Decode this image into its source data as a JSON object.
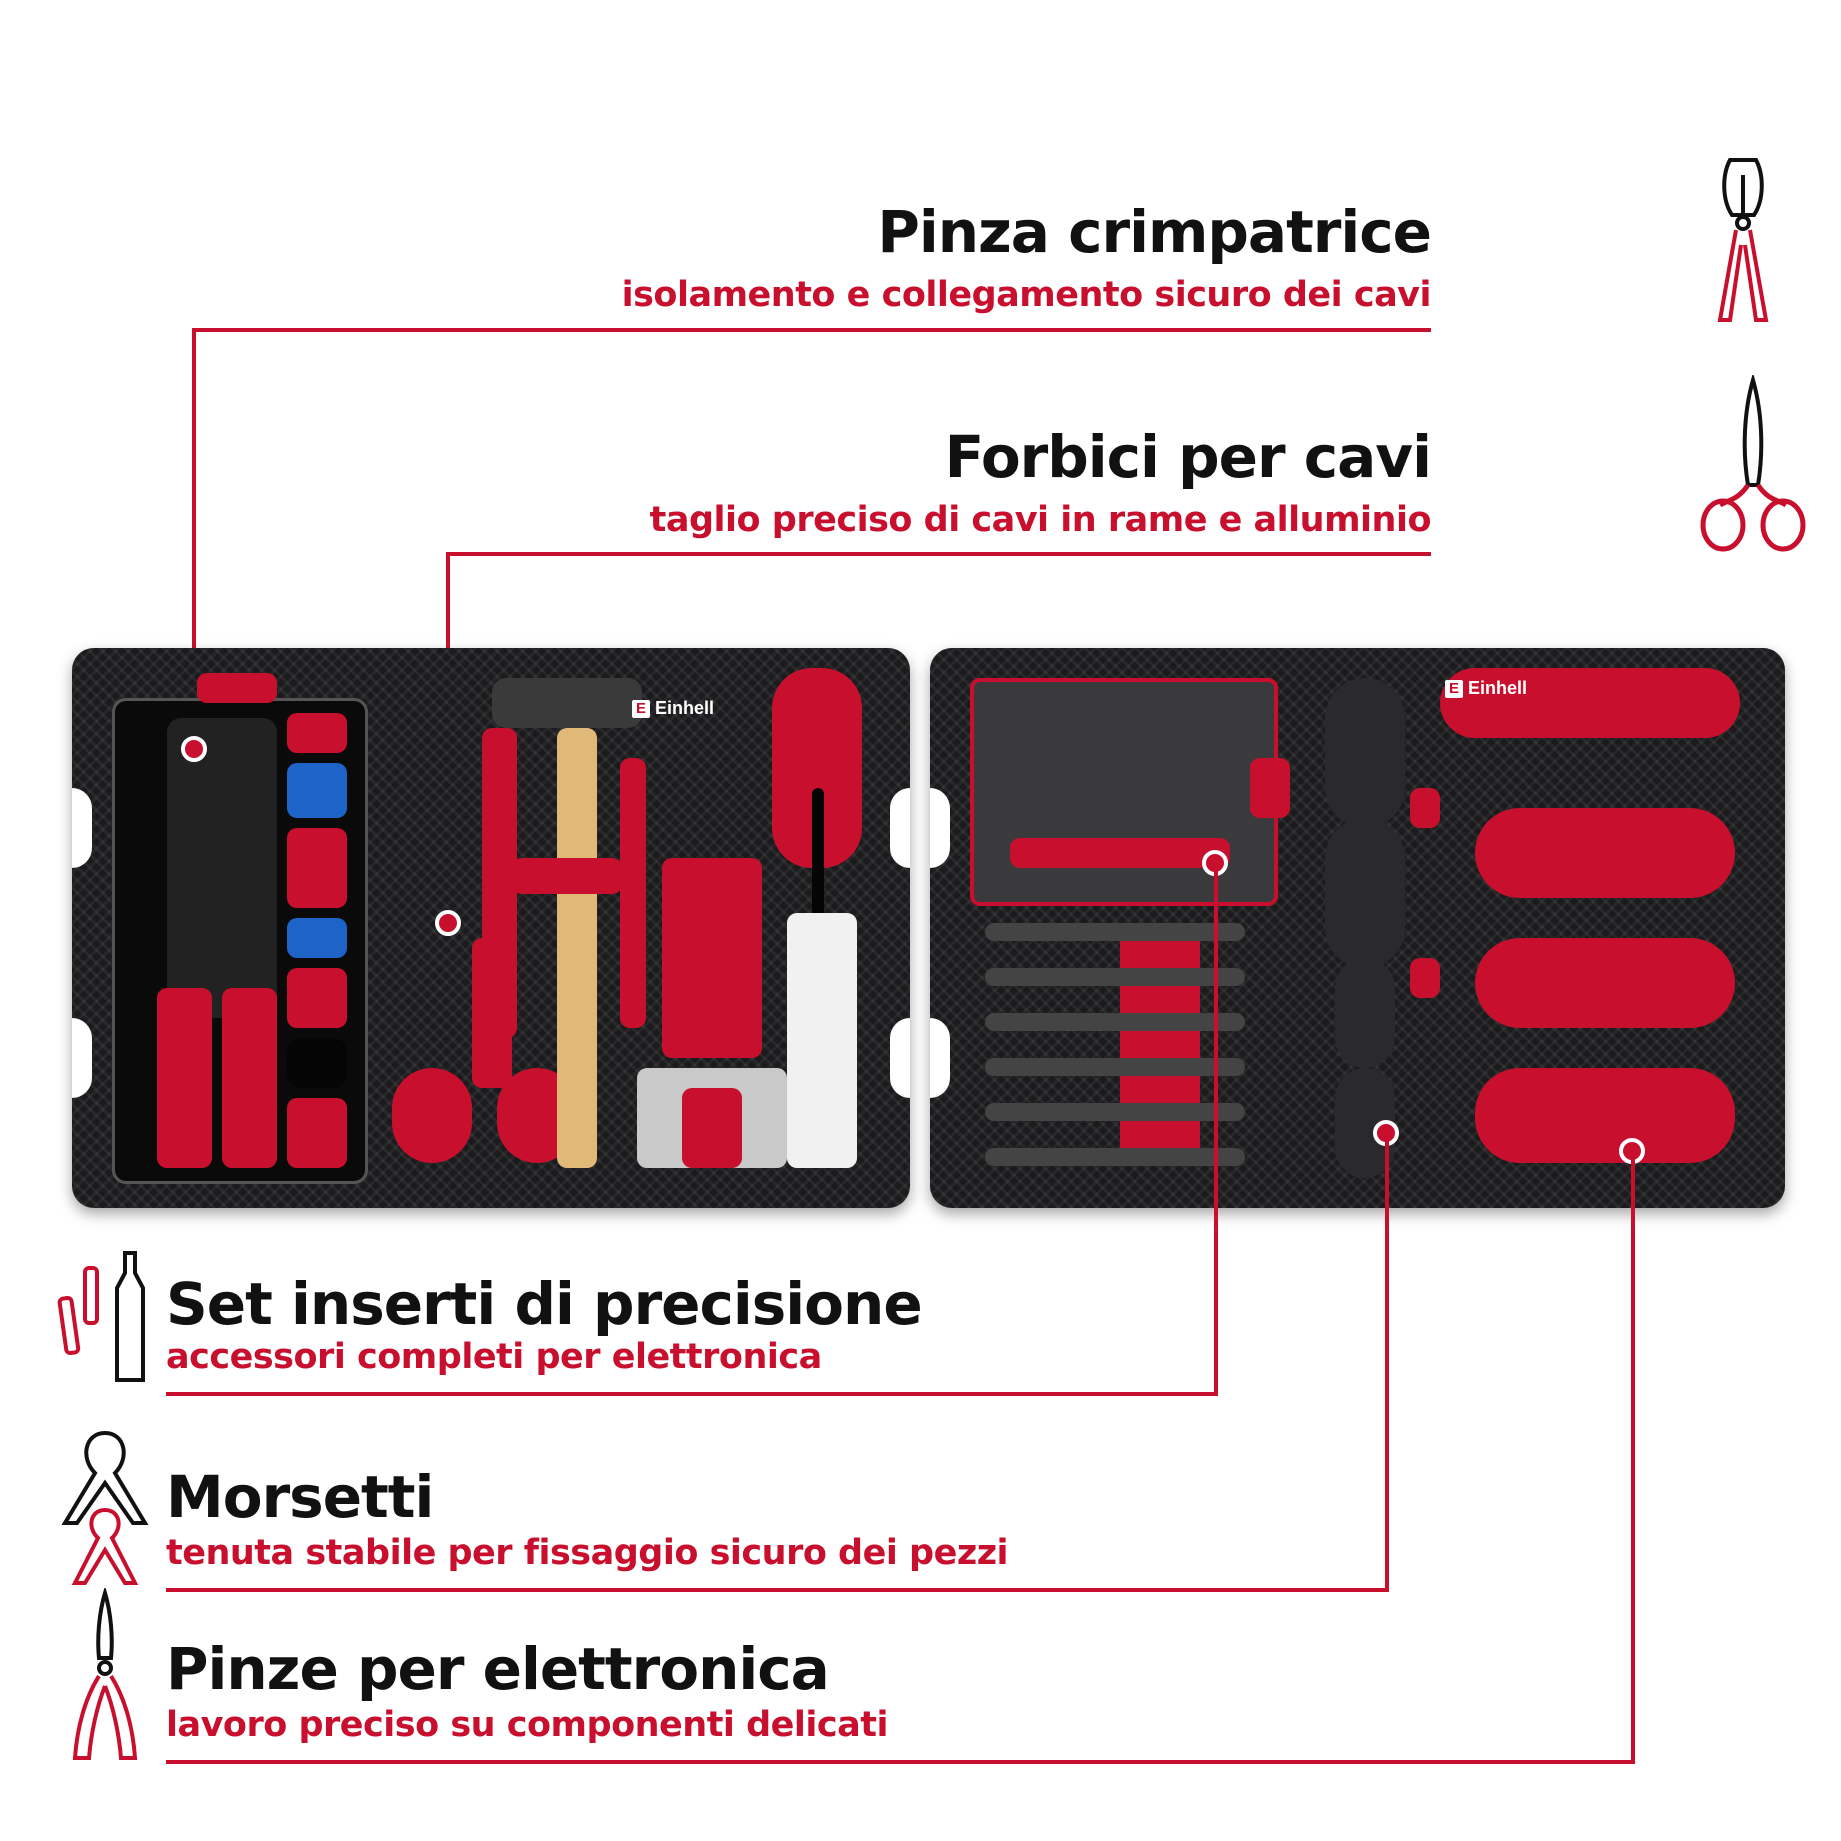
{
  "features": {
    "crimp": {
      "title": "Pinza crimpatrice",
      "subtitle": "isolamento e collegamento sicuro dei cavi"
    },
    "scissors": {
      "title": "Forbici per cavi",
      "subtitle": "taglio preciso di cavi in rame e alluminio"
    },
    "bits": {
      "title": "Set inserti di precisione",
      "subtitle": "accessori completi per elettronica"
    },
    "clamps": {
      "title": "Morsetti",
      "subtitle": "tenuta stabile per fissaggio sicuro dei pezzi"
    },
    "pliers": {
      "title": "Pinze per elettronica",
      "subtitle": "lavoro preciso su componenti delicati"
    }
  },
  "brand": {
    "name": "Einhell"
  },
  "colors": {
    "accent": "#c8102e",
    "text": "#111111",
    "tray": "#1b1b1d"
  },
  "icons": [
    "crimping-pliers-icon",
    "cable-scissors-icon",
    "precision-bits-icon",
    "spring-clamp-icon",
    "electronics-pliers-icon"
  ]
}
